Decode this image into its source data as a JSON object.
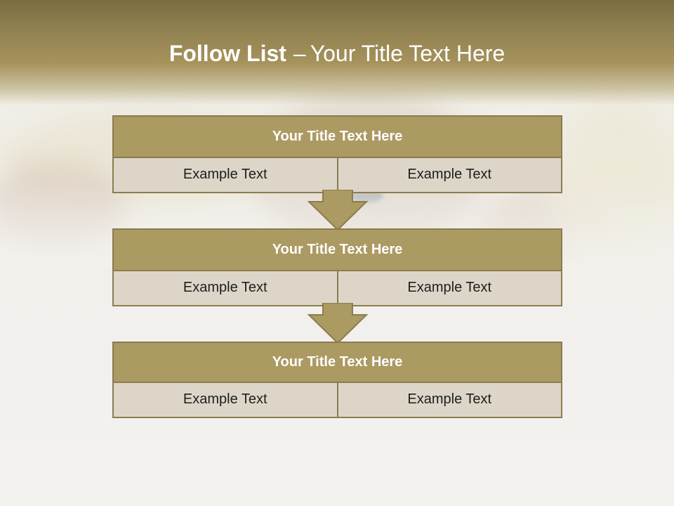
{
  "slide": {
    "title_bold": "Follow List",
    "title_sep": "–",
    "title_rest": "Your Title Text Here"
  },
  "blocks": [
    {
      "title": "Your Title Text Here",
      "left": "Example Text",
      "right": "Example Text"
    },
    {
      "title": "Your Title Text Here",
      "left": "Example Text",
      "right": "Example Text"
    },
    {
      "title": "Your Title Text Here",
      "left": "Example Text",
      "right": "Example Text"
    }
  ],
  "colors": {
    "header": "#a6935c",
    "block_head": "#ac9a63",
    "block_row": "#ddd6c8",
    "border": "#8b7c4f"
  },
  "icons": [
    "arrow-down-icon",
    "arrow-down-icon"
  ]
}
